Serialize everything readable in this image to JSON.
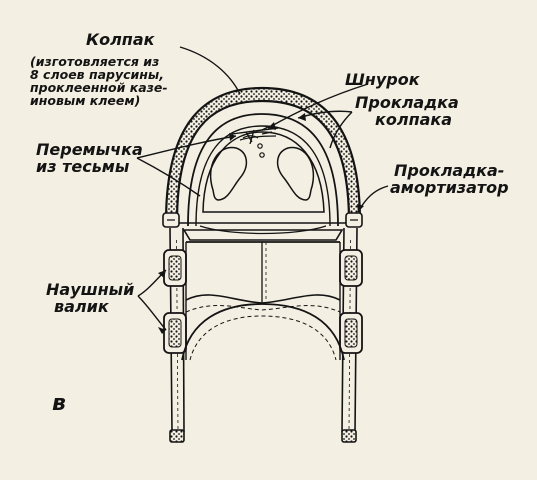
{
  "labels": {
    "kolpak_title": "Колпак",
    "kolpak_note": [
      "(изготовляется из",
      "8 слоев парусины,",
      "проклеенной казе-",
      "иновым клеем)"
    ],
    "shnurok": "Шнурок",
    "prokladka_kolpaka": [
      "Прокладка",
      "колпака"
    ],
    "peremychka": [
      "Перемычка",
      "из тесьмы"
    ],
    "prokladka_amortizator": [
      "Прокладка-",
      "амортизатор"
    ],
    "naushny_valik": [
      "Наушный",
      "валик"
    ],
    "figure_letter": "в"
  },
  "colors": {
    "ink": "#141414",
    "paper": "#f3efe2"
  }
}
